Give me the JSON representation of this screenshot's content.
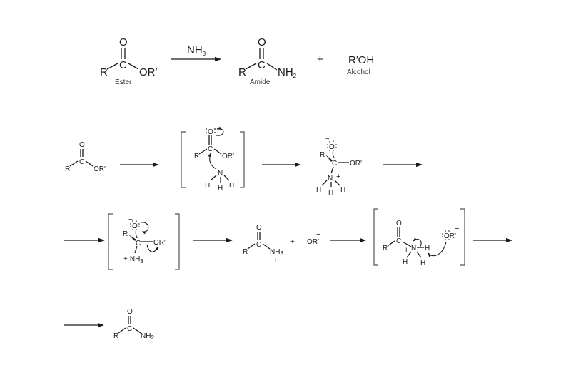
{
  "title": "Ester aminolysis mechanism: ester + NH3 to amide + alcohol",
  "overall_reaction": {
    "reactant": {
      "atoms": {
        "O": "O",
        "C": "C",
        "R": "R",
        "OR": "OR′"
      },
      "label": "Ester"
    },
    "reagent": {
      "text": "NH",
      "sub": "3"
    },
    "product": {
      "atoms": {
        "O": "O",
        "C": "C",
        "R": "R",
        "N": "NH",
        "N_sub": "2"
      },
      "label": "Amide"
    },
    "plus": "+",
    "byproduct": {
      "text": "R′OH",
      "label": "Alcohol"
    }
  },
  "mechanism": {
    "step1_reactant": {
      "O": "O",
      "C": "C",
      "R": "R",
      "OR": "OR′"
    },
    "step2_attack": {
      "O": "O",
      "C": "C",
      "R": "R",
      "OR": "OR′",
      "N": "N",
      "H": "H"
    },
    "step3_tetrahedral": {
      "O": "O",
      "charge_minus": "−",
      "C": "C",
      "R": "R",
      "OR": "OR′",
      "N": "N",
      "charge_plus": "+",
      "H": "H"
    },
    "step4_collapse": {
      "O": "O",
      "charge_minus": "−",
      "C": "C",
      "R": "R",
      "OR": "OR′",
      "plus": "+",
      "N": "NH",
      "N_sub": "3"
    },
    "step5_products": {
      "O": "O",
      "C": "C",
      "R": "R",
      "N": "NH",
      "N_sub": "3",
      "charge_plus": "+",
      "plus": "+",
      "alkoxide": "OR′",
      "alkoxide_charge": "−"
    },
    "step6_deprotonation": {
      "O": "O",
      "C": "C",
      "R": "R",
      "N": "N",
      "charge_plus": "+",
      "H": "H",
      "base": "OR′",
      "base_charge": "−"
    },
    "step7_final": {
      "O": "O",
      "C": "C",
      "R": "R",
      "N": "NH",
      "N_sub": "2"
    }
  }
}
